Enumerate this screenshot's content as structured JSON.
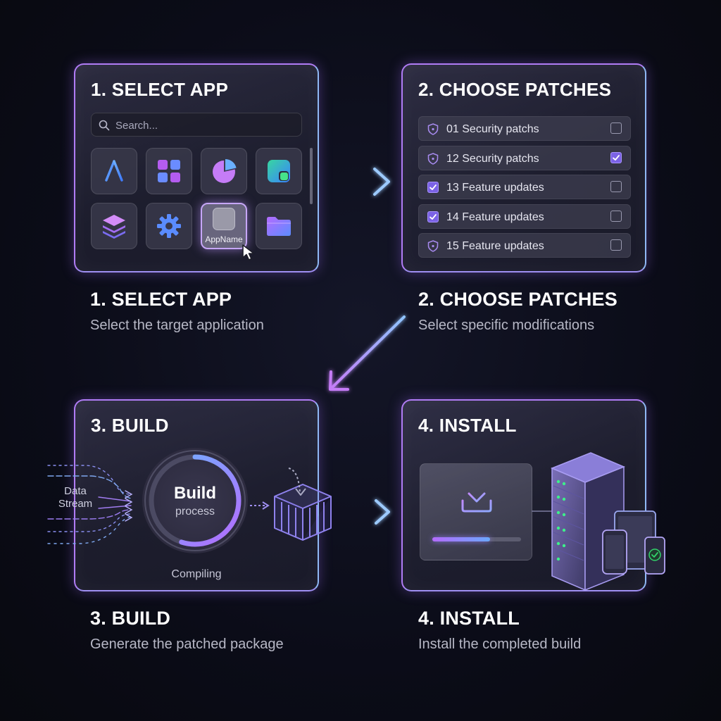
{
  "steps": [
    {
      "panel_title": "1. SELECT APP",
      "caption_title": "1. SELECT APP",
      "caption_desc": "Select the target application",
      "search_placeholder": "Search...",
      "apps": [
        {
          "icon": "app-store-icon"
        },
        {
          "icon": "widgets-icon"
        },
        {
          "icon": "pie-chart-icon"
        },
        {
          "icon": "layout-icon"
        },
        {
          "icon": "layers-icon"
        },
        {
          "icon": "gear-icon"
        },
        {
          "icon": "app-placeholder-icon",
          "label": "AppName",
          "selected": true
        },
        {
          "icon": "folder-icon"
        }
      ]
    },
    {
      "panel_title": "2. CHOOSE PATCHES",
      "caption_title": "2. CHOOSE PATCHES",
      "caption_desc": "Select specific modifications",
      "patches": [
        {
          "label": "01 Security patchs",
          "lead": "shield-icon",
          "checked": false
        },
        {
          "label": "12 Security patchs",
          "lead": "shield-icon",
          "checked": true
        },
        {
          "label": "13 Feature updates",
          "lead": "checkbox-icon",
          "checked": false
        },
        {
          "label": "14 Feature updates",
          "lead": "checkbox-icon",
          "checked": false
        },
        {
          "label": "15 Feature updates",
          "lead": "shield-icon",
          "checked": false
        }
      ]
    },
    {
      "panel_title": "3. BUILD",
      "caption_title": "3. BUILD",
      "caption_desc": "Generate the patched package",
      "ring_title": "Build",
      "ring_sub": "process",
      "status": "Compiling",
      "stream_line1": "Data",
      "stream_line2": "Stream",
      "progress": 0.55
    },
    {
      "panel_title": "4. INSTALL",
      "caption_title": "4. INSTALL",
      "caption_desc": "Install the completed build",
      "progress": 0.65
    }
  ],
  "colors": {
    "accent_purple": "#b07cf5",
    "accent_blue": "#6aa8ff",
    "check_fill": "#7b62e6",
    "success_green": "#32d26a"
  }
}
